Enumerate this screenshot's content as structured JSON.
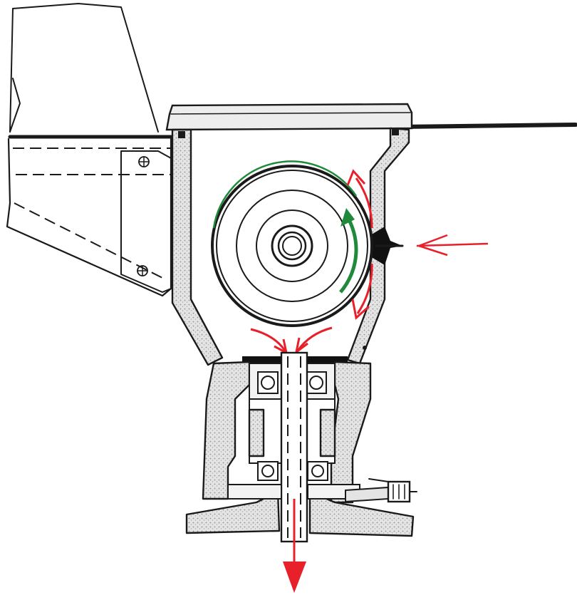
{
  "diagram": {
    "kind": "mechanical cross-section",
    "components": [
      "outer-housing-frame",
      "top-cover-plate",
      "side-mounting-bracket",
      "grinding-wheel",
      "side-fluid-inlet-nozzle",
      "bottom-hopper",
      "lower-spindle-bearing-housing",
      "hollow-drive-shaft",
      "ball-bearings",
      "base-flange",
      "side-fitting"
    ],
    "colors": {
      "line": "#1a1a1a",
      "flow_arrow": "#e8202a",
      "rotation_arrow": "#1f8a3b",
      "stipple": "#9a9a9a"
    },
    "arrows": {
      "inlet": "red-arrow-left",
      "outlet": "red-arrow-down",
      "rotation": "green-arrow-clockwise"
    }
  }
}
